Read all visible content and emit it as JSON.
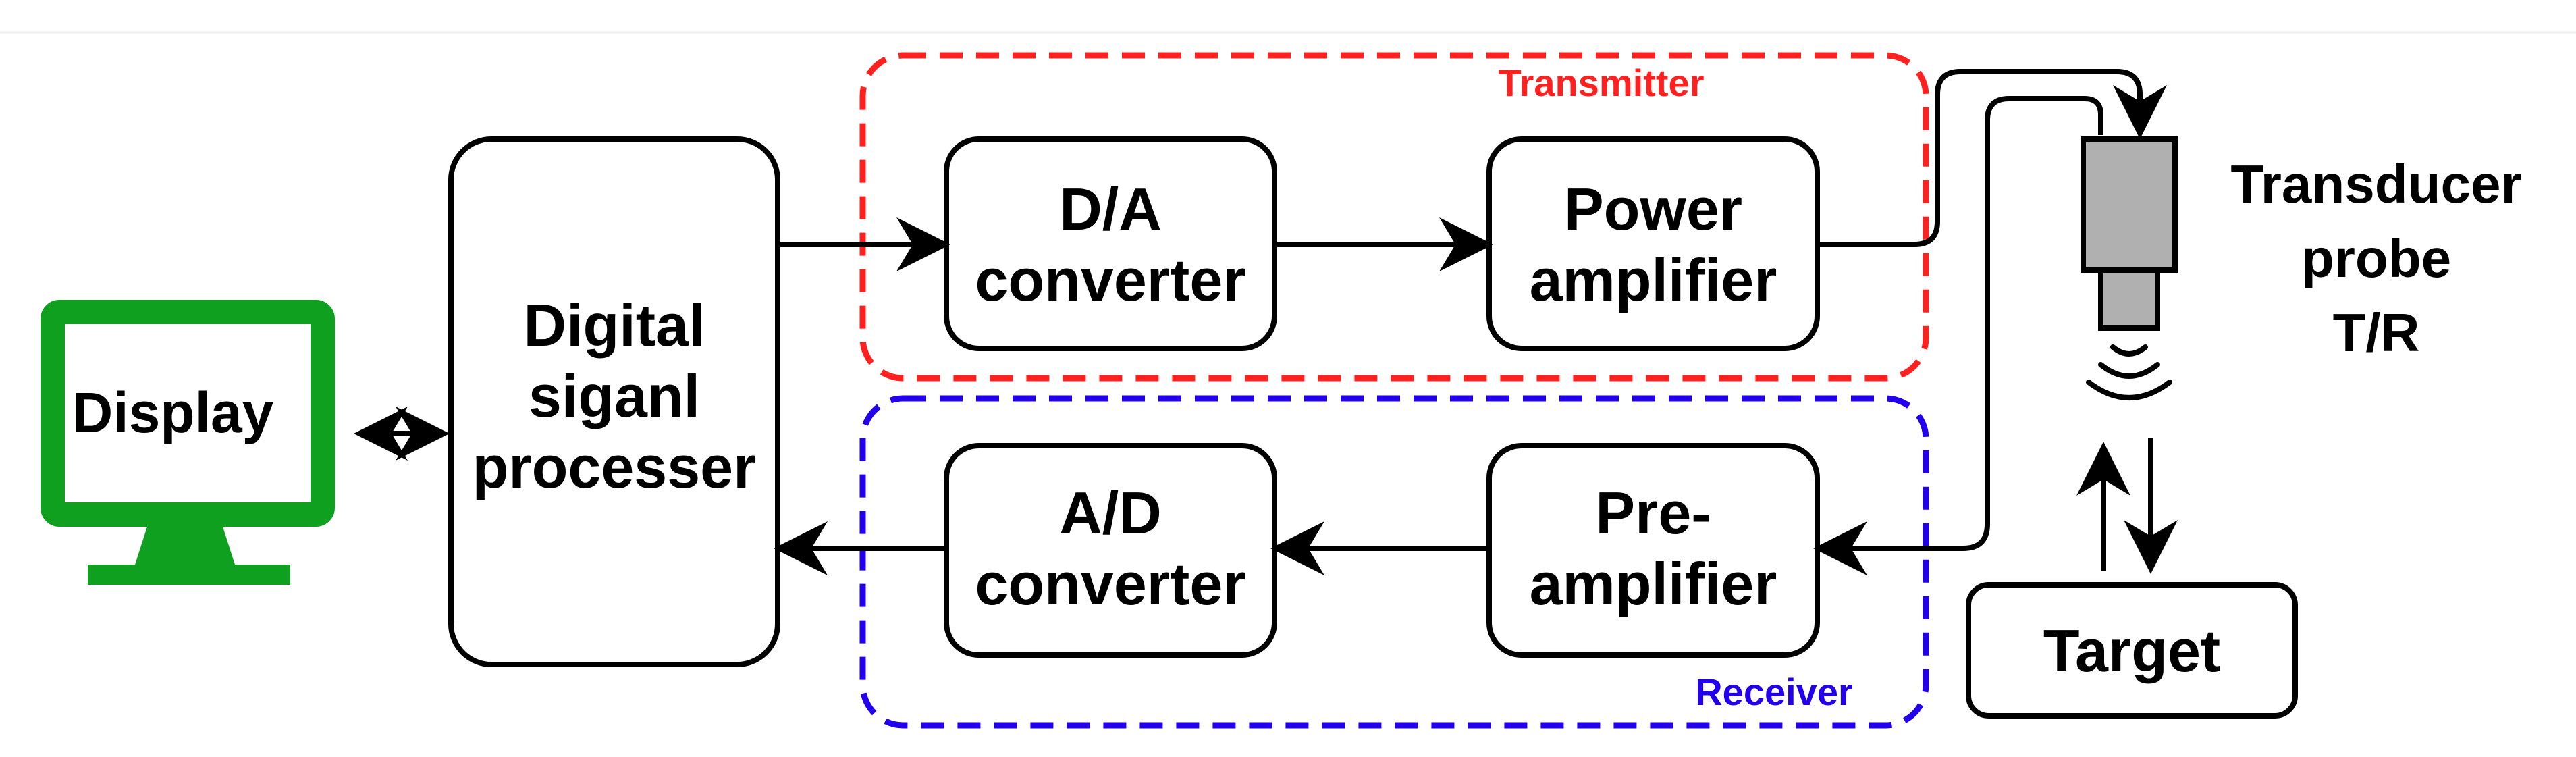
{
  "colors": {
    "transmitter": "#ff2020",
    "receiver": "#2200ee",
    "display": "#10a020",
    "probe_body": "#b0b0b0"
  },
  "display": {
    "label": "Display",
    "icon": "monitor-icon"
  },
  "dsp": {
    "lines": [
      "Digital",
      "siganl",
      "processer"
    ]
  },
  "transmitter": {
    "label": "Transmitter",
    "da_converter": {
      "lines": [
        "D/A",
        "converter"
      ]
    },
    "power_amplifier": {
      "lines": [
        "Power",
        "amplifier"
      ]
    }
  },
  "receiver": {
    "label": "Receiver",
    "ad_converter": {
      "lines": [
        "A/D",
        "converter"
      ]
    },
    "pre_amplifier": {
      "lines": [
        "Pre-",
        "amplifier"
      ]
    }
  },
  "probe": {
    "lines": [
      "Transducer",
      "probe",
      "T/R"
    ],
    "icon": "transducer-probe-icon",
    "wave_icon": "ultrasound-wave-icon"
  },
  "target": {
    "label": "Target"
  }
}
